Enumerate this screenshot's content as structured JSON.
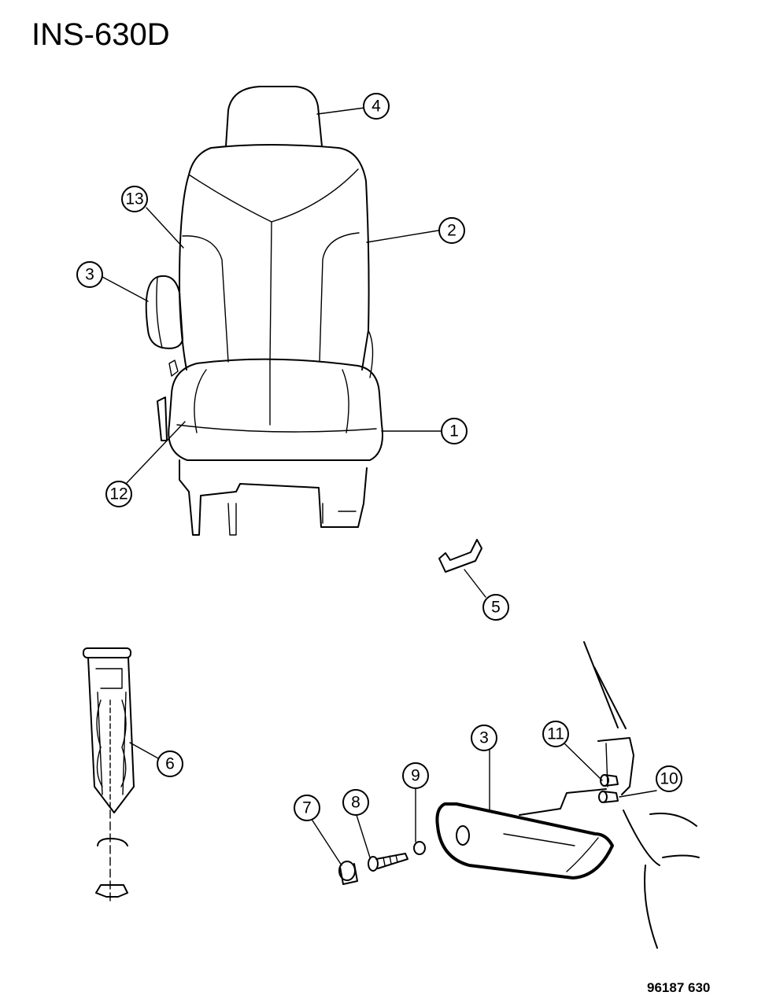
{
  "title": "INS-630D",
  "drawing_code": "96187 630",
  "callouts": [
    "4",
    "13",
    "2",
    "3",
    "1",
    "12",
    "5",
    "6",
    "3",
    "11",
    "10",
    "9",
    "8",
    "7"
  ]
}
